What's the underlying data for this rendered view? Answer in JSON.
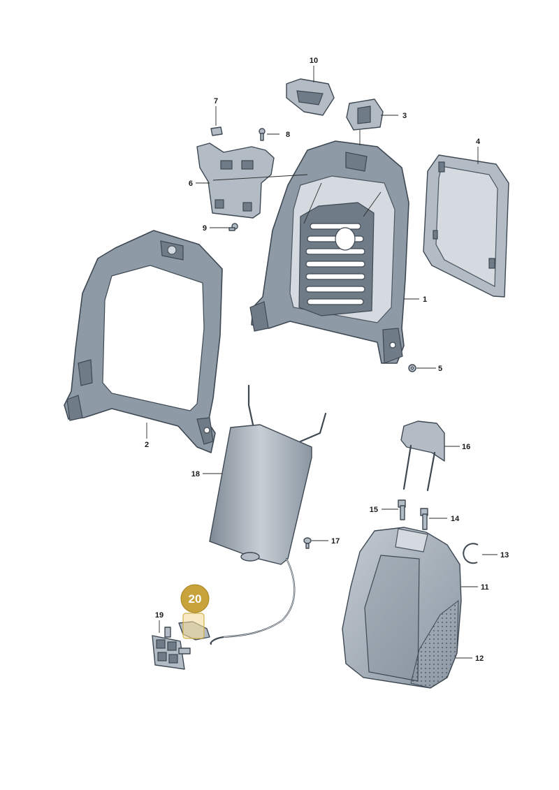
{
  "diagram": {
    "callouts": [
      "1",
      "2",
      "3",
      "4",
      "5",
      "6",
      "7",
      "8",
      "9",
      "10",
      "11",
      "12",
      "13",
      "14",
      "15",
      "16",
      "17",
      "18",
      "19"
    ],
    "highlight": {
      "label": "20",
      "color": "#c8a23a"
    }
  }
}
